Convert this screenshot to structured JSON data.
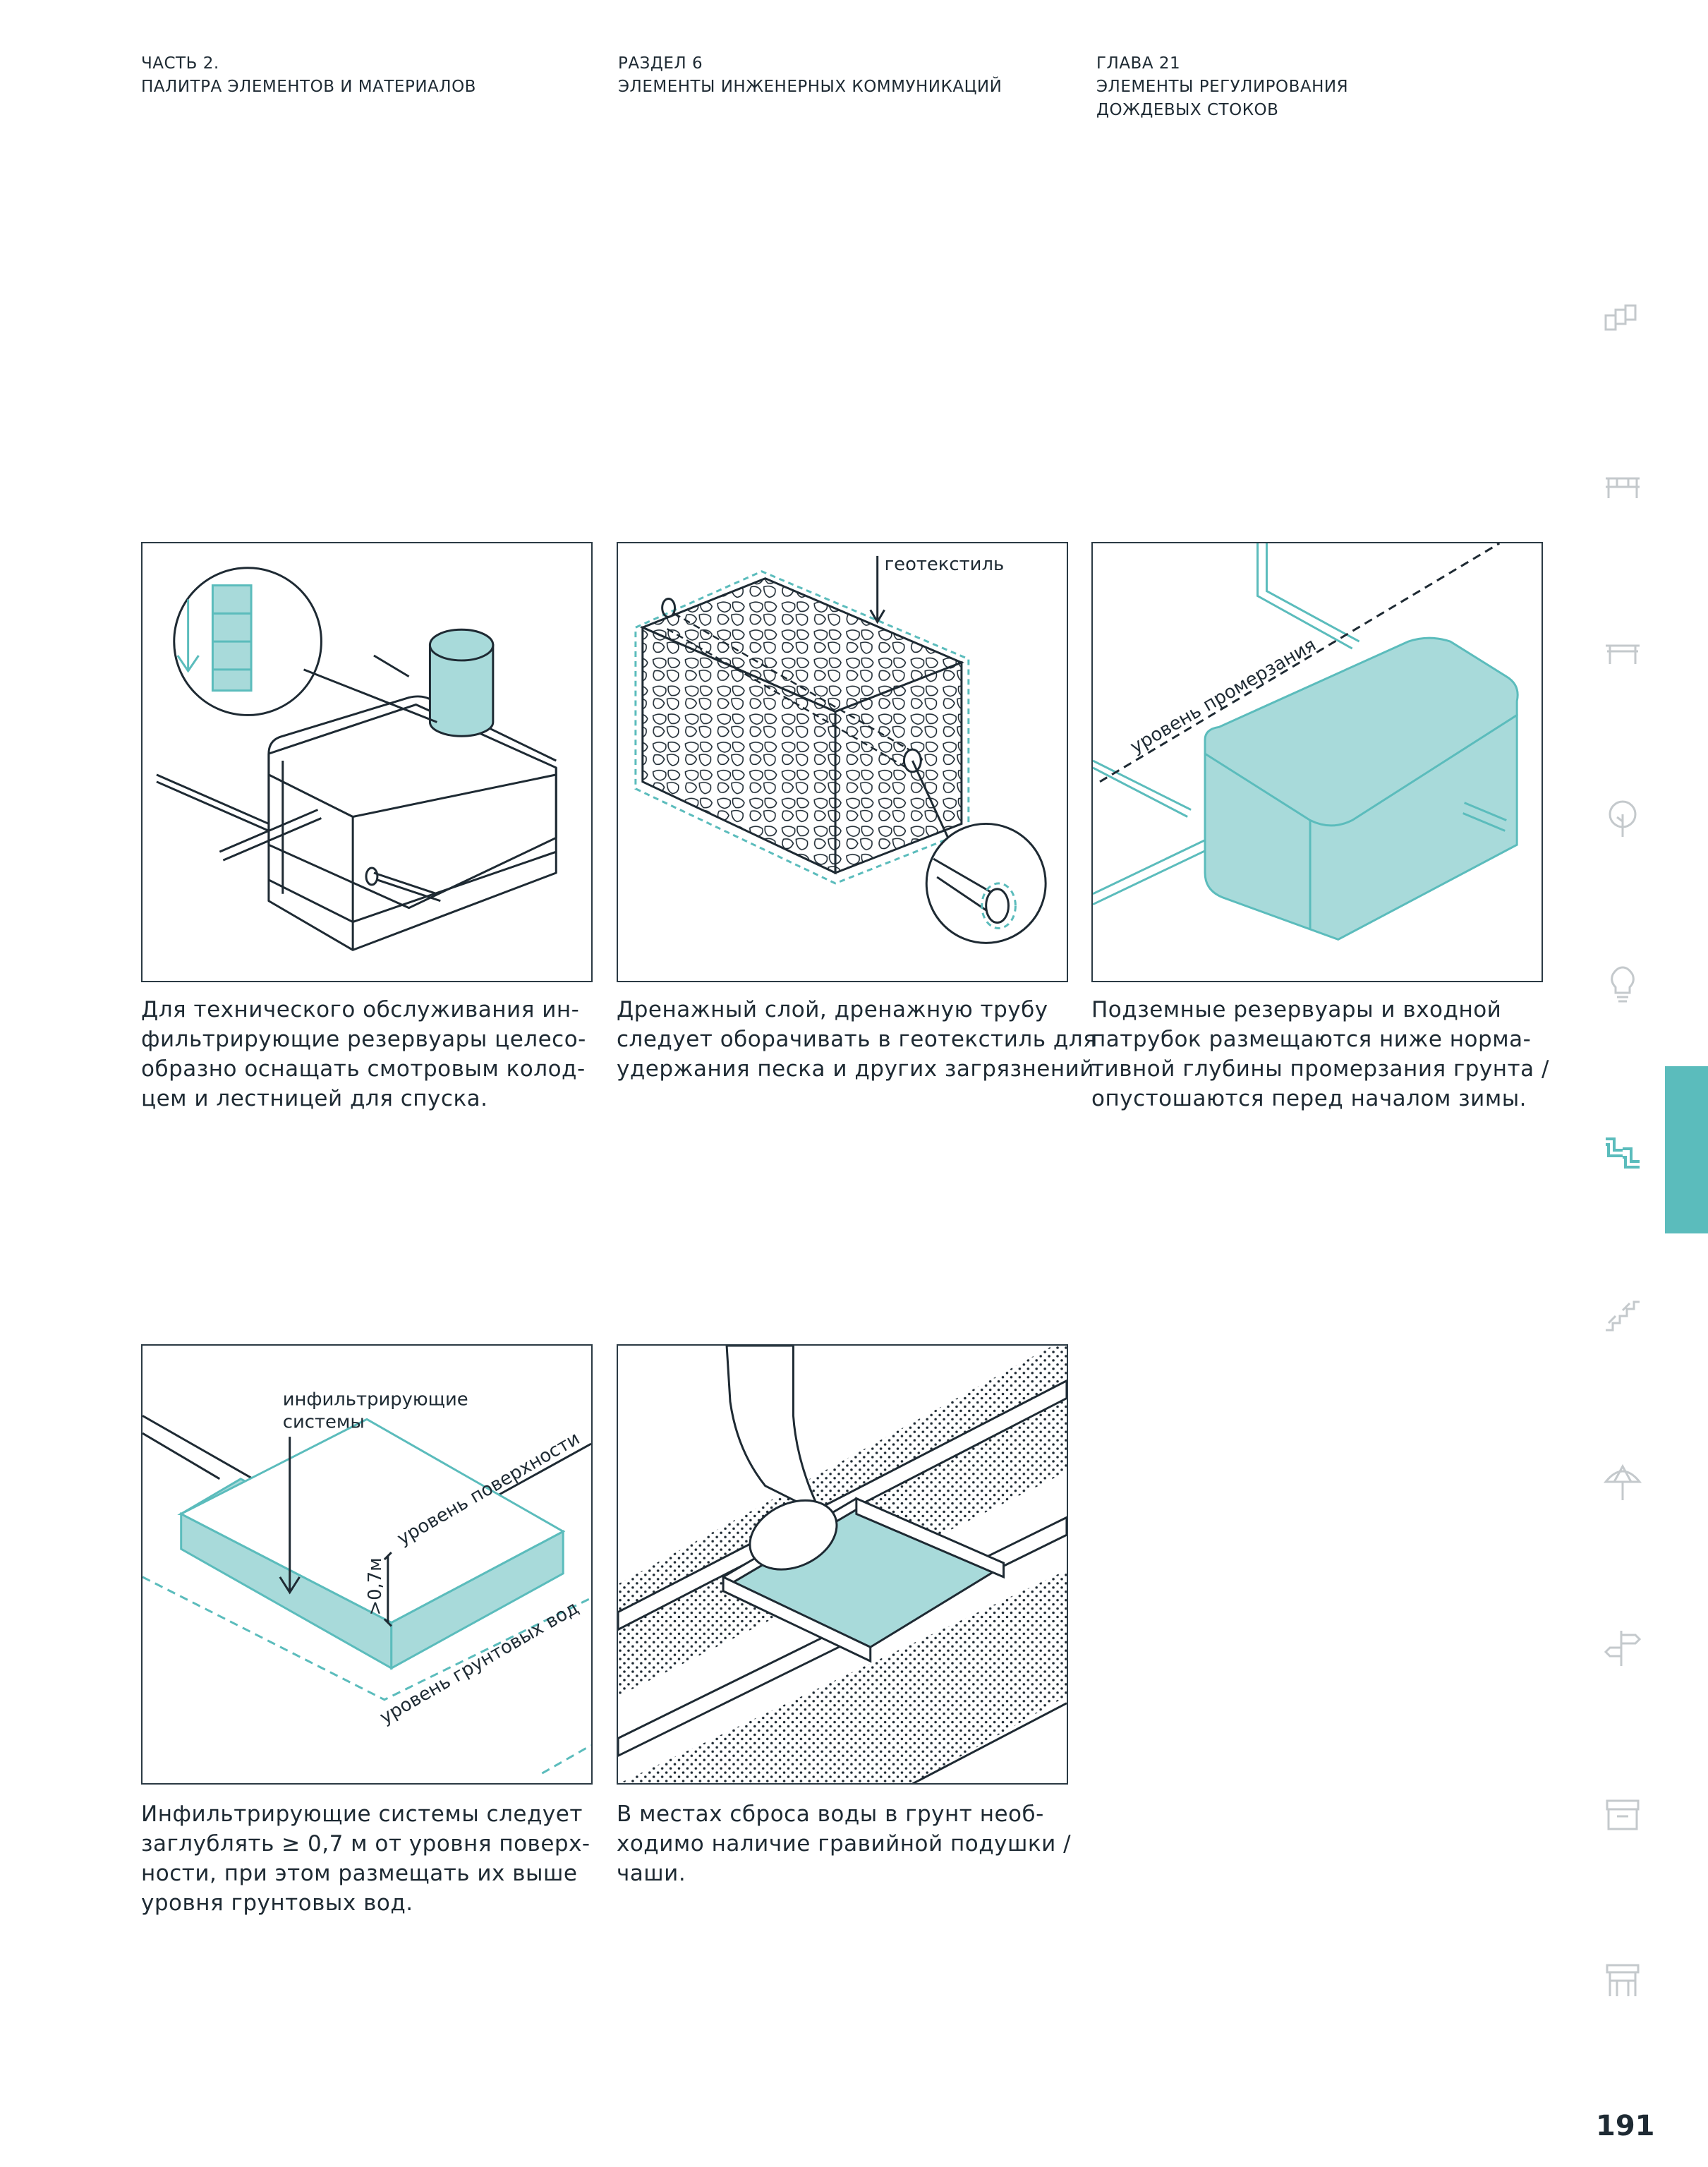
{
  "header": {
    "col1": [
      "ЧАСТЬ 2.",
      "ПАЛИТРА ЭЛЕМЕНТОВ И МАТЕРИАЛОВ"
    ],
    "col2": [
      "РАЗДЕЛ 6",
      "ЭЛЕМЕНТЫ ИНЖЕНЕРНЫХ КОММУНИКАЦИЙ"
    ],
    "col3": [
      "ГЛАВА 21",
      "ЭЛЕМЕНТЫ РЕГУЛИРОВАНИЯ",
      "ДОЖДЕВЫХ СТОКОВ"
    ]
  },
  "figures": [
    {
      "labels": [],
      "caption": [
        "Для технического обслуживания ин-",
        "фильтрирующие резервуары целесо-",
        "образно оснащать смотровым колод-",
        "цем и лестницей для спуска."
      ]
    },
    {
      "labels": [
        "геотекстиль"
      ],
      "caption": [
        "Дренажный слой, дренажную трубу",
        "следует оборачивать в геотекстиль для",
        "удержания песка и других загрязнений."
      ]
    },
    {
      "labels": [
        "уровень промерзания"
      ],
      "caption": [
        "Подземные резервуары и входной",
        "патрубок размещаются ниже норма-",
        "тивной глубины промерзания грунта /",
        "опустошаются перед началом зимы."
      ]
    },
    {
      "labels": [
        "инфильтрирующие",
        "системы",
        "уровень поверхности",
        ">0,7м",
        "уровень грунтовых вод"
      ],
      "caption": [
        "Инфильтрирующие системы следует",
        "заглублять ≥ 0,7 м от уровня поверх-",
        "ности, при этом размещать их выше",
        "уровня грунтовых вод."
      ]
    },
    {
      "labels": [],
      "caption": [
        "В местах сброса воды в грунт необ-",
        "ходимо наличие гравийной подушки /",
        "чаши."
      ]
    }
  ],
  "sidebar_icons": [
    "blocks-icon",
    "bench-icon",
    "table-icon",
    "tree-icon",
    "lamp-icon",
    "pipes-icon",
    "steps-icon",
    "umbrella-icon",
    "signpost-icon",
    "kiosk-icon",
    "pavilion-icon"
  ],
  "active_icon": "pipes-icon",
  "colors": {
    "accent": "#5bbcbc",
    "fill": "#a8dada",
    "ink": "#1e2a33",
    "icon": "#c4c9cc"
  },
  "page_number": "191"
}
